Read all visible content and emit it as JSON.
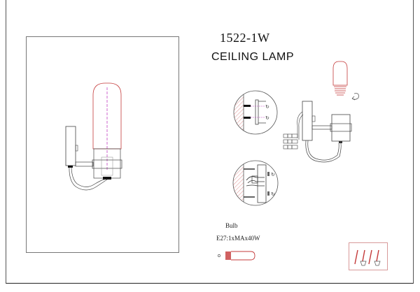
{
  "drawing": {
    "model_number": "1522-1W",
    "product_type": "CEILING LAMP",
    "bulb": {
      "label": "Bulb",
      "spec": "E27:1xMAx40W"
    }
  },
  "colors": {
    "frame": "#555555",
    "line": "#333333",
    "accent_red": "#c43a3a",
    "centerline_magenta": "#c040c0"
  },
  "icons": {
    "lamp_preview": "wall-lamp-side-view",
    "bulb_install": "bulb-with-rotate-arrow",
    "wall_mount_detail_top": "wall-anchor-detail",
    "wall_mount_detail_bottom": "wire-connection-detail",
    "assembly": "lamp-assembly-with-connectors",
    "small_bulb": "bulb-icon",
    "screws": "screw-set-icon"
  }
}
